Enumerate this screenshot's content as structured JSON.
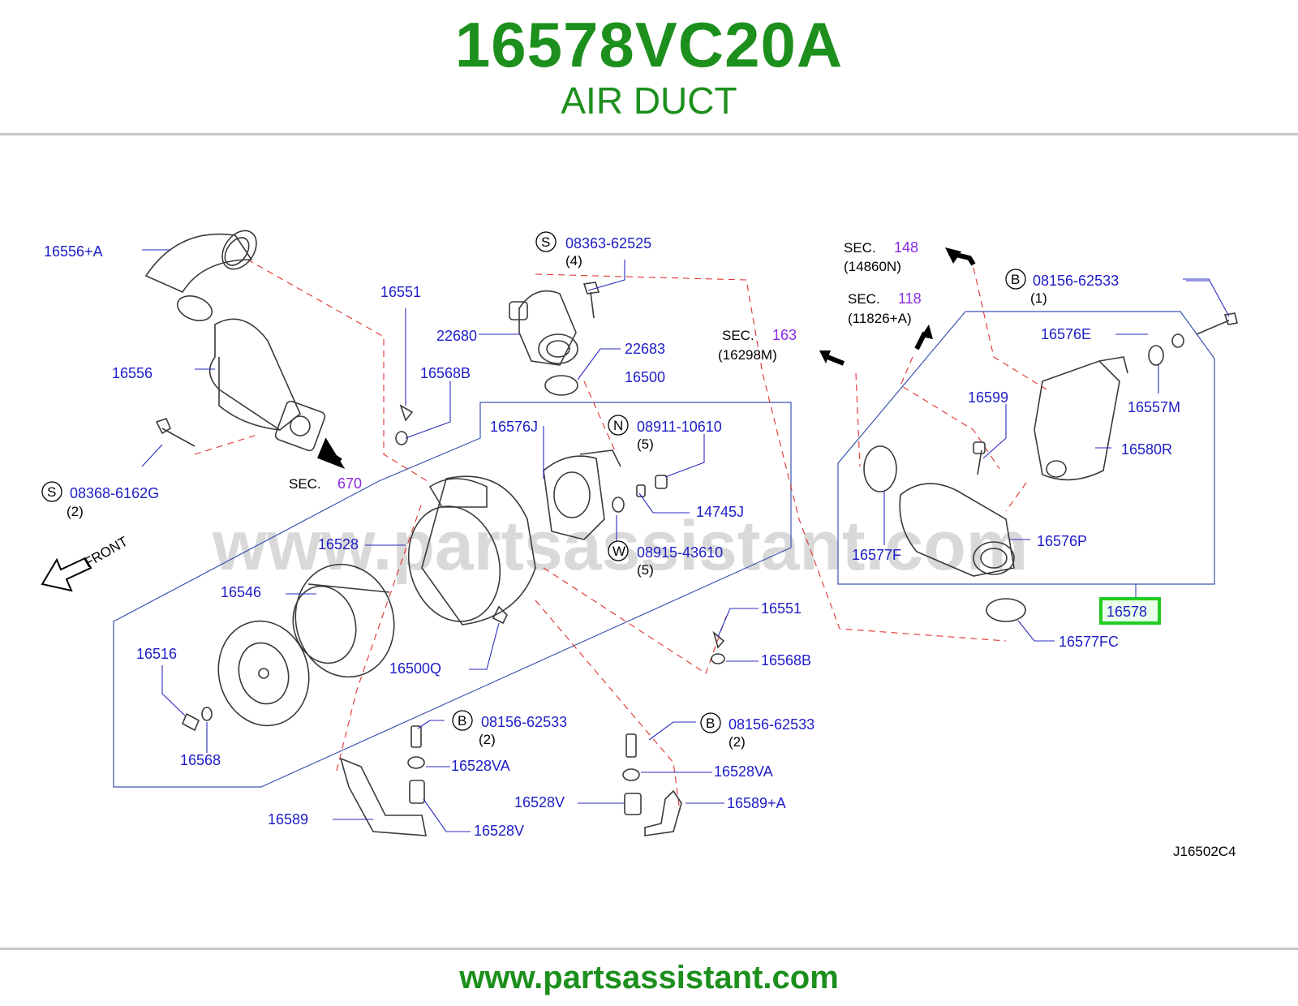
{
  "header": {
    "title": "16578VC20A",
    "subtitle": "AIR DUCT"
  },
  "footer": {
    "url": "www.partsassistant.com"
  },
  "diagram": {
    "watermark": "www.partsassistant.com",
    "front_label": "FRONT",
    "code": "J16502C4",
    "highlight": "16578",
    "sections": [
      {
        "prefix": "SEC.",
        "num": "148",
        "ref": "(14860N)"
      },
      {
        "prefix": "SEC.",
        "num": "118",
        "ref": "(11826+A)"
      },
      {
        "prefix": "SEC.",
        "num": "163",
        "ref": "(16298M)"
      },
      {
        "prefix": "SEC.",
        "num": "670"
      }
    ],
    "labels": {
      "p16556A": "16556+A",
      "p16551a": "16551",
      "p16556": "16556",
      "p22680": "22680",
      "p22683": "22683",
      "p16568Ba": "16568B",
      "p16500": "16500",
      "p16576J": "16576J",
      "p14745J": "14745J",
      "p16528": "16528",
      "p16546": "16546",
      "p16516": "16516",
      "p16568": "16568",
      "p16500Q": "16500Q",
      "p16551b": "16551",
      "p16568Bb": "16568B",
      "p16528VAa": "16528VA",
      "p16528VAb": "16528VA",
      "p16528Va": "16528V",
      "p16528Vb": "16528V",
      "p16589": "16589",
      "p16589A": "16589+A",
      "p16576E": "16576E",
      "p16557M": "16557M",
      "p16580R": "16580R",
      "p16599": "16599",
      "p16577F": "16577F",
      "p16576P": "16576P",
      "p16577FC": "16577FC"
    },
    "callouts": [
      {
        "badge": "S",
        "num": "08363-62525",
        "qty": "(4)"
      },
      {
        "badge": "N",
        "num": "08911-10610",
        "qty": "(5)"
      },
      {
        "badge": "W",
        "num": "08915-43610",
        "qty": "(5)"
      },
      {
        "badge": "S",
        "num": "08368-6162G",
        "qty": "(2)"
      },
      {
        "badge": "B",
        "num": "08156-62533",
        "qty": "(1)"
      },
      {
        "badge": "B",
        "num": "08156-62533",
        "qty": "(2)"
      },
      {
        "badge": "B",
        "num": "08156-62533",
        "qty": "(2)"
      }
    ],
    "colors": {
      "brand": "#1c8f1c",
      "part_number": "#1d1dc8",
      "section_number": "#8a2be2",
      "highlight": "#22cc22"
    }
  }
}
